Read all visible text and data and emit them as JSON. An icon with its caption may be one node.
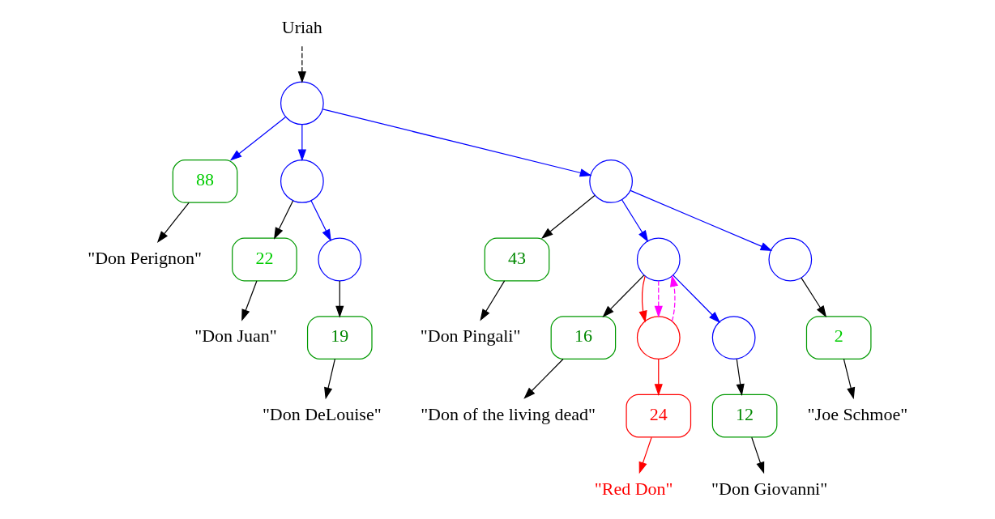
{
  "diagram": {
    "nodes": [
      {
        "text": [
          "Uriah"
        ]
      },
      {
        "text": [],
        "shape": "circle"
      },
      {
        "text": [
          "88"
        ]
      },
      {
        "text": [
          "\"Don Perignon\""
        ]
      },
      {
        "text": [],
        "shape": "circle"
      },
      {
        "text": [
          "22"
        ]
      },
      {
        "text": [
          "\"Don Juan\""
        ]
      },
      {
        "text": [],
        "shape": "circle"
      },
      {
        "text": [
          "43"
        ]
      },
      {
        "text": [
          "\"Don Pingali\""
        ]
      },
      {
        "text": [],
        "shape": "circle"
      },
      {
        "text": [
          "19"
        ]
      },
      {
        "text": [
          "\"Don DeLouise\""
        ]
      },
      {
        "text": [],
        "shape": "circle"
      },
      {
        "text": [
          "16"
        ]
      },
      {
        "text": [
          "\"Don of the living dead\""
        ]
      },
      {
        "text": [],
        "shape": "circle"
      },
      {
        "text": [
          "2"
        ]
      },
      {
        "text": [
          "\"Joe Schmoe\""
        ]
      },
      {
        "text": [],
        "shape": "circle"
      },
      {
        "text": [
          "24"
        ]
      },
      {
        "text": [
          "\"Red Don\""
        ]
      },
      {
        "text": [],
        "shape": "circle"
      },
      {
        "text": [
          "12"
        ]
      },
      {
        "text": [
          "\"Don Giovanni\""
        ]
      }
    ],
    "edges": [
      {
        "from": 0,
        "to": 1,
        "arrow": "to",
        "style": "dashed"
      },
      {
        "from": 1,
        "to": 2,
        "arrow": "to",
        "color": "#0000ff"
      },
      {
        "from": 2,
        "to": 3,
        "arrow": "to"
      },
      {
        "from": 1,
        "to": 4,
        "arrow": "to",
        "color": "#0000ff"
      },
      {
        "from": 1,
        "to": 7,
        "arrow": "to",
        "color": "#0000ff"
      },
      {
        "from": 4,
        "to": 5,
        "arrow": "to"
      },
      {
        "from": 5,
        "to": 6,
        "arrow": "to"
      },
      {
        "from": 7,
        "to": 8,
        "arrow": "to"
      },
      {
        "from": 8,
        "to": 9,
        "arrow": "to"
      },
      {
        "from": 4,
        "to": 10,
        "arrow": "to",
        "color": "#0000ff"
      },
      {
        "from": 10,
        "to": 11,
        "arrow": "to"
      },
      {
        "from": 11,
        "to": 12,
        "arrow": "to"
      },
      {
        "from": 7,
        "to": 13,
        "arrow": "to",
        "color": "#0000ff"
      },
      {
        "from": 7,
        "to": 16,
        "arrow": "to",
        "color": "#0000ff"
      },
      {
        "from": 13,
        "to": 14,
        "arrow": "to"
      },
      {
        "from": 14,
        "to": 15,
        "arrow": "to"
      },
      {
        "from": 16,
        "to": 17,
        "arrow": "to"
      },
      {
        "from": 17,
        "to": 18,
        "arrow": "to"
      },
      {
        "from": 13,
        "to": 19,
        "arrow": "to",
        "color": "#ff0000"
      },
      {
        "from": 13,
        "to": 19,
        "arrow": "to",
        "style": "dashed",
        "color": "#ff00ff"
      },
      {
        "from": 19,
        "to": 13,
        "arrow": "to",
        "style": "dashed",
        "color": "#ff00ff"
      },
      {
        "from": 19,
        "to": 20,
        "arrow": "to",
        "color": "#ff0000"
      },
      {
        "from": 20,
        "to": 21,
        "arrow": "to",
        "color": "#ff0000"
      },
      {
        "from": 13,
        "to": 22,
        "arrow": "to",
        "color": "#0000ff"
      },
      {
        "from": 22,
        "to": 23,
        "arrow": "to"
      },
      {
        "from": 23,
        "to": 24,
        "arrow": "to"
      }
    ]
  }
}
